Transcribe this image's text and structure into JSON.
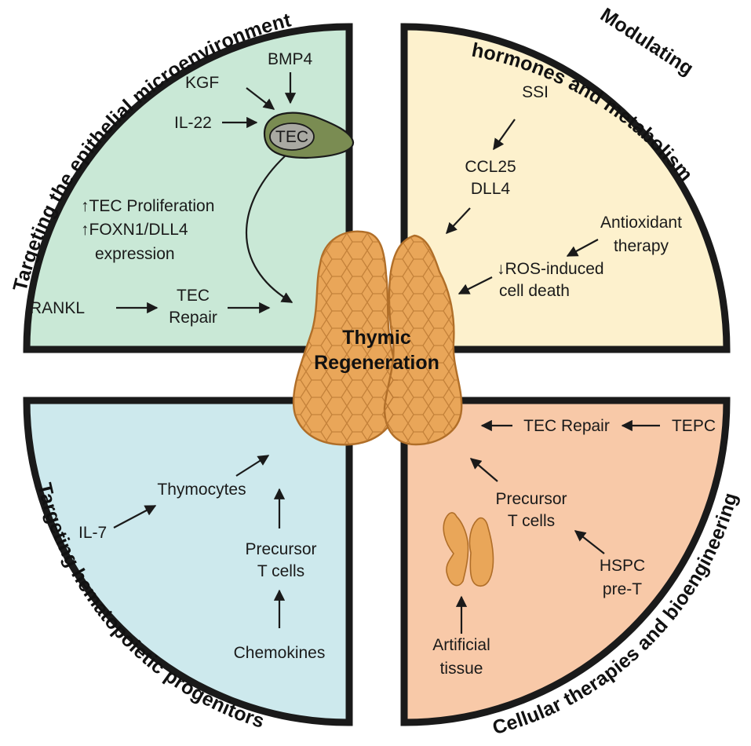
{
  "center": {
    "line1": "Thymic",
    "line2": "Regeneration"
  },
  "quadrants": {
    "epithelial": {
      "title": "Targeting the epithelial microenvironment",
      "fill": "#c9e8d6",
      "cell_label": "TEC",
      "labels": {
        "kgf": "KGF",
        "bmp4": "BMP4",
        "il22": "IL-22",
        "prolif": "↑TEC Proliferation",
        "foxn1": "↑FOXN1/DLL4",
        "expression": "expression",
        "rankl": "RANKL",
        "tec": "TEC",
        "repair": "Repair"
      }
    },
    "hormones": {
      "title_line1": "Modulating",
      "title_line2": "hormones and metabolism",
      "fill": "#fdf1cd",
      "labels": {
        "ssi": "SSI",
        "ccl25": "CCL25",
        "dll4": "DLL4",
        "antioxidant": "Antioxidant",
        "therapy": "therapy",
        "ros": "↓ROS-induced",
        "celldeath": "cell death"
      }
    },
    "hematopoietic": {
      "title": "Targeting hematopoietic progenitors",
      "fill": "#cde9ed",
      "labels": {
        "thymocytes": "Thymocytes",
        "il7": "IL-7",
        "precursor": "Precursor",
        "tcells": "T cells",
        "chemokines": "Chemokines"
      }
    },
    "cellular": {
      "title": "Cellular therapies and bioengineering",
      "fill": "#f8c9a8",
      "labels": {
        "tecrepair": "TEC Repair",
        "tepc": "TEPC",
        "precursor": "Precursor",
        "tcells": "T cells",
        "hspc": "HSPC",
        "pret": "pre-T",
        "artificial": "Artificial",
        "tissue": "tissue"
      }
    }
  },
  "colors": {
    "outline": "#1a1a1a",
    "thymus_fill": "#e9a659",
    "thymus_stroke": "#b06e28",
    "tec_outer": "#7a8c52",
    "tec_inner": "#a9a9a2"
  }
}
